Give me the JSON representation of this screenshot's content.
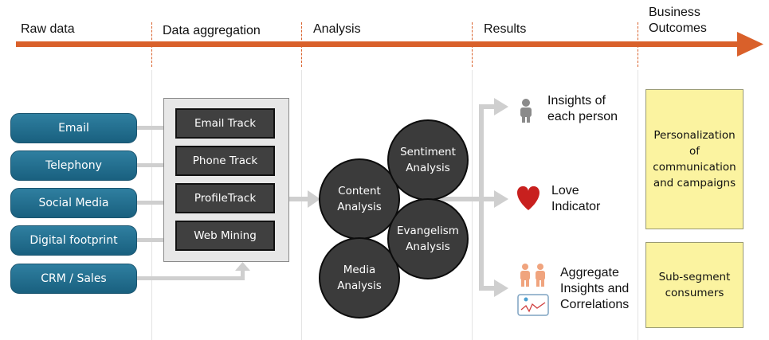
{
  "stages": [
    "Raw data",
    "Data aggregation",
    "Analysis",
    "Results",
    "Business\nOutcomes"
  ],
  "sources": [
    "Email",
    "Telephony",
    "Social Media",
    "Digital footprint",
    "CRM / Sales"
  ],
  "aggregation": [
    "Email Track",
    "Phone Track",
    "ProfileTrack",
    "Web Mining"
  ],
  "analysis": {
    "content": "Content\nAnalysis",
    "media": "Media\nAnalysis",
    "sentiment": "Sentiment\nAnalysis",
    "evangelism": "Evangelism\nAnalysis"
  },
  "results": [
    {
      "text": "Insights of\neach person",
      "icon": "person-icon"
    },
    {
      "text": "Love\nIndicator",
      "icon": "heart-icon"
    },
    {
      "text": "Aggregate\nInsights and\nCorrelations",
      "icon": "people-chart-icon"
    }
  ],
  "outcomes": [
    "Personalization\nof\ncommunication\nand campaigns",
    "Sub-segment\nconsumers"
  ],
  "colors": {
    "arrow": "#d9602a",
    "source": "#1f6a8a",
    "outcome": "#fbf3a0",
    "connector": "#cfcfcf"
  }
}
